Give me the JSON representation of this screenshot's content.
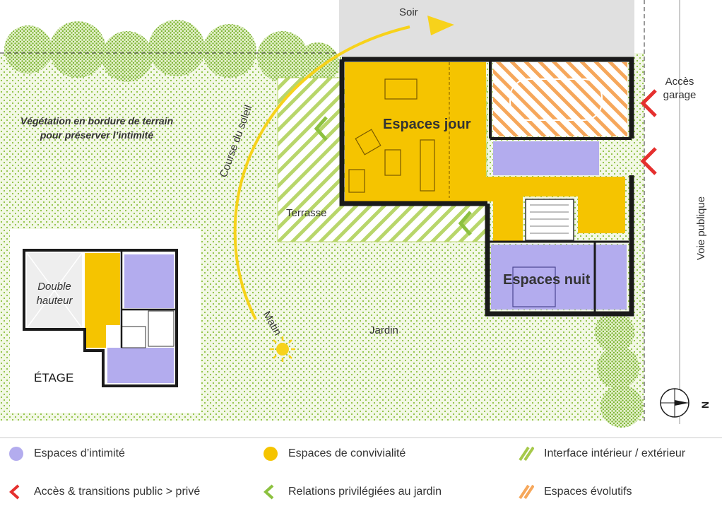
{
  "colors": {
    "intimite": "#b3acee",
    "convivialite": "#f5c400",
    "interface": "#a6c94a",
    "evolutif": "#f6a75b",
    "acces": "#e5302e",
    "jardin": "#8cc13f",
    "sun": "#f7d21b",
    "garage_bg": "#e0e0e0"
  },
  "labels": {
    "soir": "Soir",
    "course_du_soleil": "Course du soleil",
    "matin": "Matin",
    "vegetation_line1": "Végétation en bordure de terrain",
    "vegetation_line2": "pour préserver l’intimité",
    "terrasse": "Terrasse",
    "jardin": "Jardin",
    "espaces_jour": "Espaces jour",
    "espaces_nuit": "Espaces nuit",
    "acces_line1": "Accès",
    "acces_line2": "garage",
    "voie_publique": "Voie publique",
    "north": "N"
  },
  "etage": {
    "title": "ÉTAGE",
    "double_line1": "Double",
    "double_line2": "hauteur"
  },
  "legend": [
    {
      "label": "Espaces d’intimité",
      "swatch": "circle-purple"
    },
    {
      "label": "Espaces de convivialité",
      "swatch": "circle-yellow"
    },
    {
      "label": "Interface intérieur / extérieur",
      "swatch": "hatch-green"
    },
    {
      "label": "Accès & transitions public > privé",
      "swatch": "chevron-red"
    },
    {
      "label": "Relations privilégiées au jardin",
      "swatch": "chevron-green"
    },
    {
      "label": "Espaces évolutifs",
      "swatch": "hatch-orange"
    }
  ]
}
